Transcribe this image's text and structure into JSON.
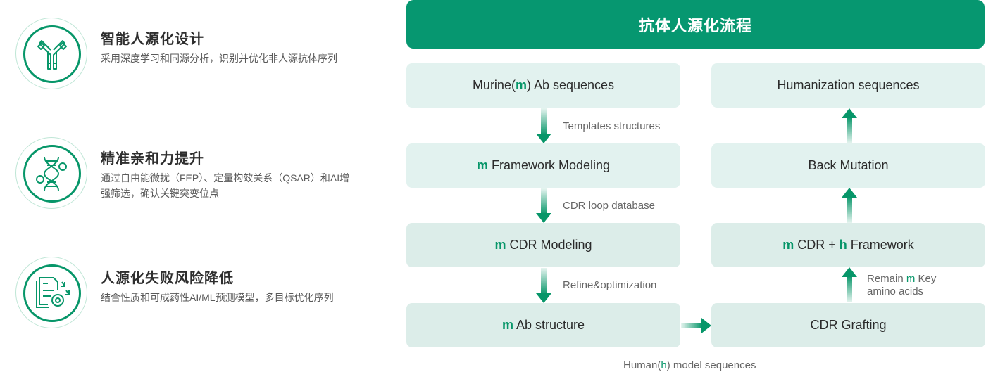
{
  "features": [
    {
      "icon": "antibody-icon",
      "title": "智能人源化设计",
      "desc": "采用深度学习和同源分析，识别并优化非人源抗体序列"
    },
    {
      "icon": "dna-icon",
      "title": "精准亲和力提升",
      "desc": "通过自由能微扰（FEP）、定量构效关系（QSAR）和AI增强筛选，确认关键突变位点"
    },
    {
      "icon": "document-gear-icon",
      "title": "人源化失败风险降低",
      "desc": "结合性质和可成药性AI/ML预测模型，多目标优化序列"
    }
  ],
  "flow": {
    "title": "抗体人源化流程",
    "left_steps": [
      {
        "prefix": "",
        "pre": "Murine(",
        "hl": "m",
        "post": ") Ab sequences"
      },
      {
        "hl": "m",
        "post": " Framework Modeling"
      },
      {
        "hl": "m",
        "post": " CDR Modeling"
      },
      {
        "hl": "m",
        "post": " Ab structure"
      }
    ],
    "right_steps": [
      {
        "text": "Humanization sequences"
      },
      {
        "text": "Back Mutation"
      },
      {
        "hl1": "m",
        "mid": " CDR + ",
        "hl2": "h",
        "post": " Framework"
      },
      {
        "text": "CDR Grafting"
      }
    ],
    "edge_labels": {
      "templates": "Templates structures",
      "cdr_loop": "CDR loop database",
      "refine": "Refine&optimization",
      "remain_pre": "Remain ",
      "remain_hl": "m",
      "remain_post": " Key",
      "remain_line2": "amino acids",
      "human_pre": "Human(",
      "human_hl": "h",
      "human_post": ") model sequences"
    }
  },
  "colors": {
    "accent": "#069770",
    "box": "#e2f2ef",
    "highlight": "#079669"
  }
}
